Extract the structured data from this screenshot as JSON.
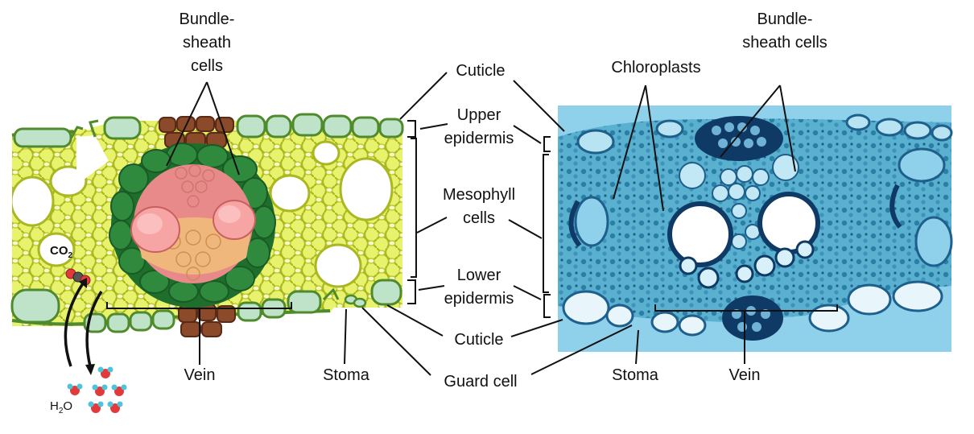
{
  "labels": {
    "bundle_sheath_left_1": "Bundle-",
    "bundle_sheath_left_2": "sheath",
    "bundle_sheath_left_3": "cells",
    "bundle_sheath_right_1": "Bundle-",
    "bundle_sheath_right_2": "sheath cells",
    "cuticle_top": "Cuticle",
    "chloroplasts": "Chloroplasts",
    "upper_epidermis_1": "Upper",
    "upper_epidermis_2": "epidermis",
    "mesophyll_1": "Mesophyll",
    "mesophyll_2": "cells",
    "lower_epidermis_1": "Lower",
    "lower_epidermis_2": "epidermis",
    "cuticle_bottom": "Cuticle",
    "guard_cell": "Guard cell",
    "vein_left": "Vein",
    "stoma_left": "Stoma",
    "stoma_right": "Stoma",
    "vein_right": "Vein",
    "co2_main": "CO",
    "co2_sub": "2",
    "h2o_h": "H",
    "h2o_sub": "2",
    "h2o_o": "O"
  },
  "colors": {
    "mesophyll_yellow": "#d9e84a",
    "mesophyll_edge": "#a9b820",
    "epidermis_green": "#bfe3c8",
    "epidermis_edge": "#4f8a2c",
    "sheath_dark_green": "#2f8a3e",
    "xylem_pink": "#f39a9a",
    "phloem_tan": "#f0b77c",
    "brown_cells": "#8b4a2a",
    "micrograph_bg": "#8fd0ea",
    "stain_blue": "#2a7fa6",
    "stain_dark": "#0f3a66",
    "oxygen_red": "#e23a3a",
    "hydrogen_cyan": "#4fc3d9",
    "carbon_grey": "#555555"
  }
}
